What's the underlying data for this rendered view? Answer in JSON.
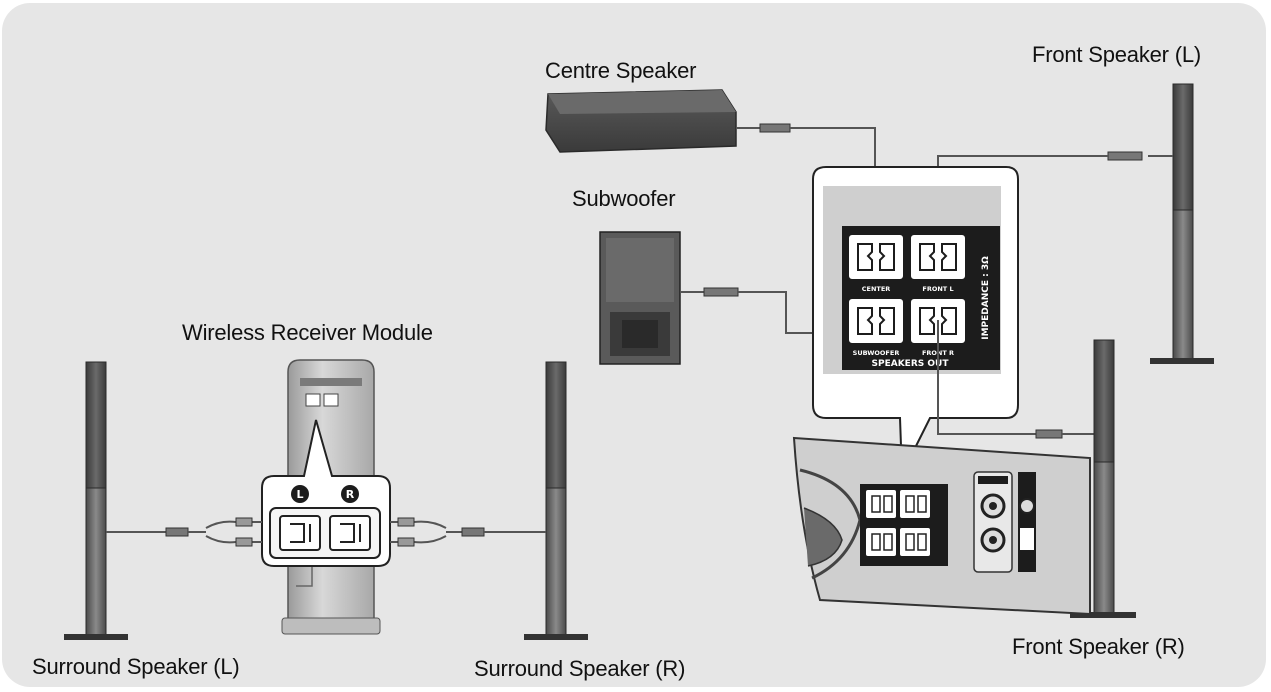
{
  "labels": {
    "centre_speaker": "Centre Speaker",
    "front_speaker_left": "Front Speaker (L)",
    "subwoofer": "Subwoofer",
    "wireless_receiver_module": "Wireless Receiver Module",
    "surround_speaker_left": "Surround Speaker (L)",
    "surround_speaker_right": "Surround Speaker (R)",
    "front_speaker_right": "Front Speaker (R)"
  },
  "terminal_panel": {
    "center": "CENTER",
    "front_l": "FRONT L",
    "subwoofer": "SUBWOOFER",
    "front_r": "FRONT R",
    "speakers_out": "SPEAKERS OUT",
    "impedance": "IMPEDANCE : 3Ω"
  },
  "receiver_ports": {
    "left": "L",
    "right": "R"
  },
  "colors": {
    "panel_bg": "#e6e6e6",
    "speaker_dark": "#4a4a4a",
    "speaker_mid": "#6e6e6e",
    "cable": "#555555",
    "terminal_black": "#1c1c1c"
  }
}
